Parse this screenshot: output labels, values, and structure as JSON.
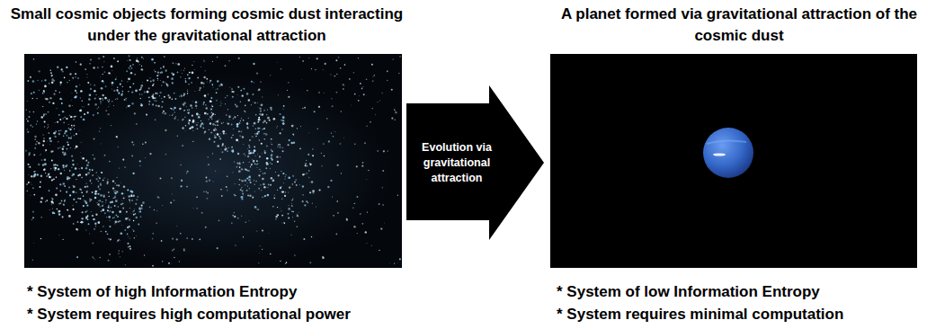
{
  "diagram": {
    "nodes": [
      {
        "text": [
          "Small cosmic objects forming cosmic dust interacting under the gravitational attraction"
        ]
      },
      {
        "text": [
          "Evolution via gravitational attraction"
        ]
      },
      {
        "text": [
          "A planet formed via gravitational attraction of the cosmic dust"
        ]
      }
    ],
    "labels": [
      "* System of high Information Entropy",
      "* System requires high computational power",
      "* System of low Information Entropy",
      "* System requires minimal computation"
    ]
  }
}
